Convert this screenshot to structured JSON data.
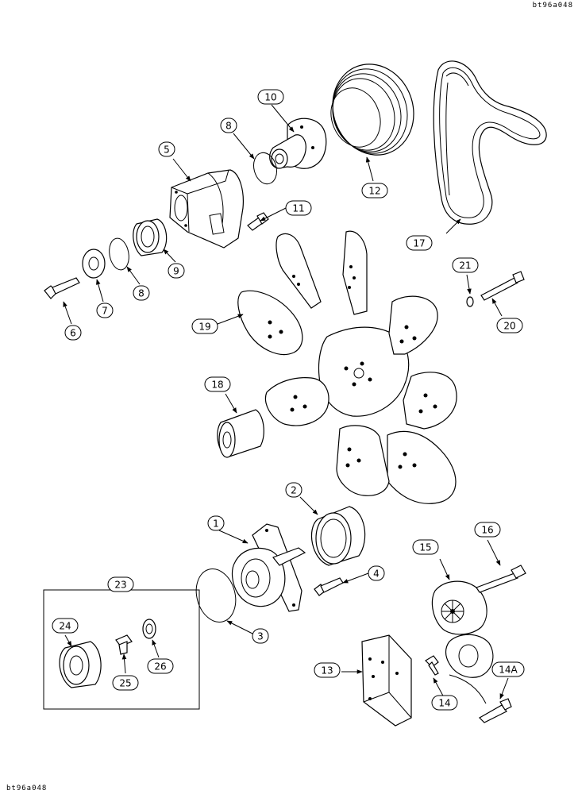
{
  "ref_codes": {
    "top_right": "bt96a048",
    "bottom_left": "bt96a048"
  },
  "callouts": {
    "c1": "1",
    "c2": "2",
    "c3": "3",
    "c4": "4",
    "c5": "5",
    "c6": "6",
    "c7": "7",
    "c8a": "8",
    "c8b": "8",
    "c9": "9",
    "c10": "10",
    "c11": "11",
    "c12": "12",
    "c13": "13",
    "c14": "14",
    "c14a": "14A",
    "c15": "15",
    "c16": "16",
    "c17": "17",
    "c18": "18",
    "c19": "19",
    "c20": "20",
    "c21": "21",
    "c23": "23",
    "c24": "24",
    "c25": "25",
    "c26": "26"
  }
}
